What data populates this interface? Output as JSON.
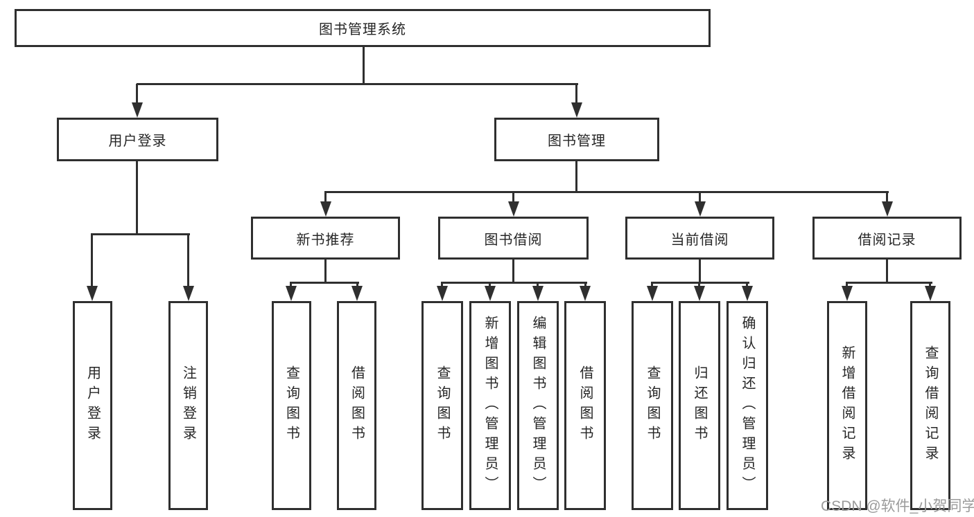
{
  "diagram": {
    "root": {
      "label": "图书管理系统"
    },
    "level2": [
      {
        "label": "用户登录"
      },
      {
        "label": "图书管理"
      }
    ],
    "level3": [
      {
        "label": "新书推荐"
      },
      {
        "label": "图书借阅"
      },
      {
        "label": "当前借阅"
      },
      {
        "label": "借阅记录"
      }
    ],
    "leaves": {
      "user_login": [
        {
          "label": "用户登录"
        },
        {
          "label": "注销登录"
        }
      ],
      "new_books": [
        {
          "label": "查询图书"
        },
        {
          "label": "借阅图书"
        }
      ],
      "book_borrow": [
        {
          "label": "查询图书"
        },
        {
          "label": "新增图书（管理员）"
        },
        {
          "label": "编辑图书（管理员）"
        },
        {
          "label": "借阅图书"
        }
      ],
      "current_borrow": [
        {
          "label": "查询图书"
        },
        {
          "label": "归还图书"
        },
        {
          "label": "确认归还（管理员）"
        }
      ],
      "borrow_records": [
        {
          "label": "新增借阅记录"
        },
        {
          "label": "查询借阅记录"
        }
      ]
    }
  },
  "watermark": {
    "text": "CSDN @软件_小贺同学"
  },
  "colors": {
    "line": "#2f2f2f",
    "text": "#262626",
    "watermark": "#9b9b9b",
    "background": "#ffffff"
  }
}
